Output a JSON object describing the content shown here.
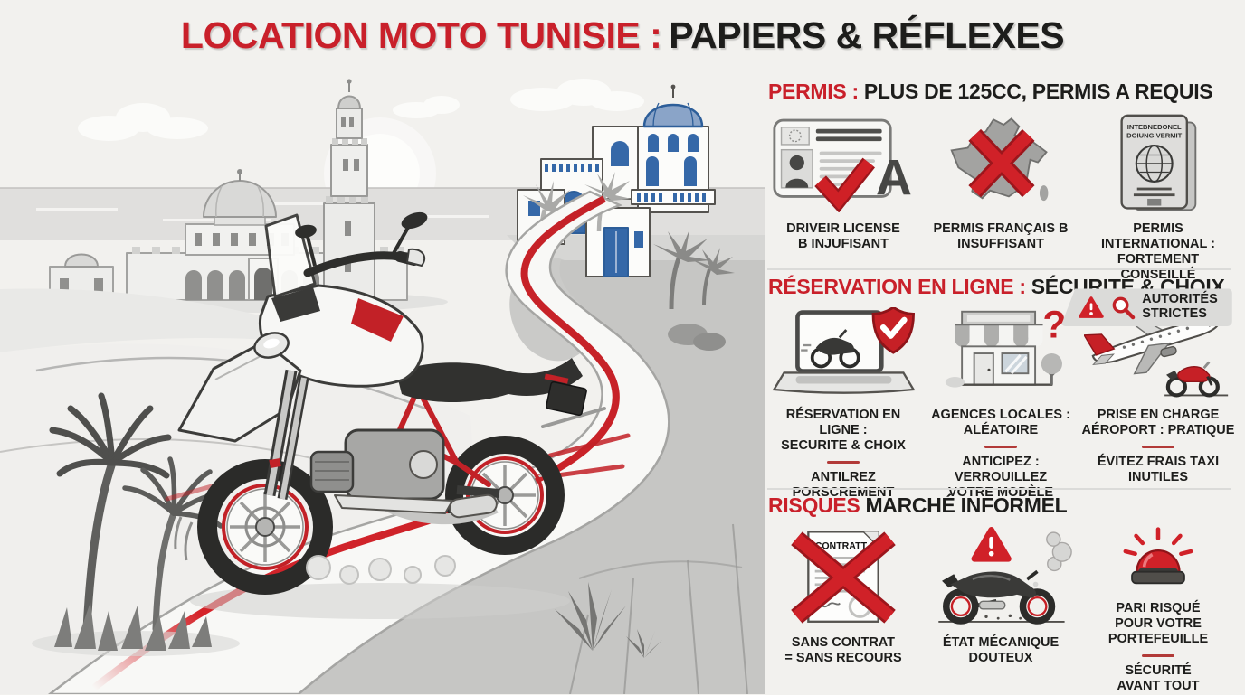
{
  "title": {
    "red": "LOCATION MOTO TUNISIE :",
    "dark": "PAPIERS & RÉFLEXES"
  },
  "colors": {
    "accent_red": "#c9202a",
    "icon_red": "#c62026",
    "dark_red_divider": "#b23a38",
    "text_dark": "#1d1d1b",
    "background": "#f2f1ee",
    "badge_gray": "#dbdbd9",
    "village_blue": "#3568a8"
  },
  "sections": [
    {
      "heading_red": "PERMIS :",
      "heading_dark": "PLUS DE 125CC, PERMIS A REQUIS",
      "items": [
        {
          "icon": "driver-license",
          "license_letter": "A",
          "caption": "DRIVEIR LICENSE\nB INJUFISANT"
        },
        {
          "icon": "france-map-crossed",
          "caption": "PERMIS FRANÇAIS B\nINSUFFISANT"
        },
        {
          "icon": "international-permit-passport",
          "passport_line1": "INTEBNEDONEL",
          "passport_line2": "DOIUNG VERMIT",
          "caption": "PERMIS INTERNATIONAL :\nFORTEMENT CONSEILLÉ",
          "badge": "AUTORITÉS\nSTRICTES"
        }
      ]
    },
    {
      "heading_red": "RÉSERVATION EN LIGNE :",
      "heading_dark": "SÉCURITÉ & CHOIX",
      "items": [
        {
          "icon": "laptop-shield",
          "caption": "RÉSERVATION EN LIGNE :\nSECURITE & CHOIX",
          "sub": "ANTILREZ\nPORSCREMENT"
        },
        {
          "icon": "storefront-question",
          "question_mark": "?",
          "caption": "AGENCES LOCALES :\nALÉATOIRE",
          "sub": "ANTICIPEZ : VERROUILLEZ\nVOTRE MODÈLE"
        },
        {
          "icon": "airplane-motorcycle",
          "caption": "PRISE EN CHARGE\nAÉROPORT : PRATIQUE",
          "sub": "ÉVITEZ FRAIS TAXI\nINUTILES"
        }
      ]
    },
    {
      "heading_red": "RISQUES",
      "heading_dark": "MARCHÉ INFORMEL",
      "items": [
        {
          "icon": "contract-crossed",
          "contract_label": "CONTRATT",
          "caption": "SANS CONTRAT\n= SANS RECOURS"
        },
        {
          "icon": "motorcycle-warning",
          "caption": "ÉTAT MÉCANIQUE\nDOUTEUX"
        },
        {
          "icon": "siren",
          "caption": "PARI RISQUÉ\nPOUR VOTRE\nPORTEFEUILLE",
          "sub": "SÉCURITÉ\nAVANT TOUT"
        }
      ]
    }
  ]
}
